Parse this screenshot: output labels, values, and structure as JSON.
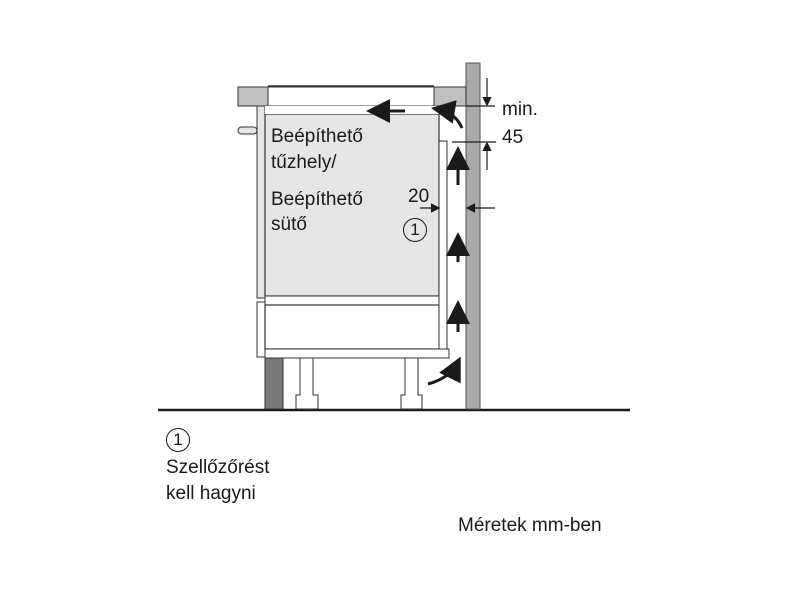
{
  "diagram": {
    "appliance_label": [
      "Beépíthető",
      "tűzhely/",
      "Beépíthető",
      "sütő"
    ],
    "gap_label": "20",
    "min_label": "min.",
    "min_value": "45",
    "marker": "1"
  },
  "legend": {
    "marker": "1",
    "line1": "Szellőzőrést",
    "line2": "kell hagyni"
  },
  "units_note": "Méretek mm-ben",
  "colors": {
    "wall": "#a9a9a9",
    "appliance_fill": "#e6e6e6",
    "worktop_fill": "#bfbfbf",
    "plinth": "#7a7a7a",
    "line": "#1a1a1a"
  }
}
